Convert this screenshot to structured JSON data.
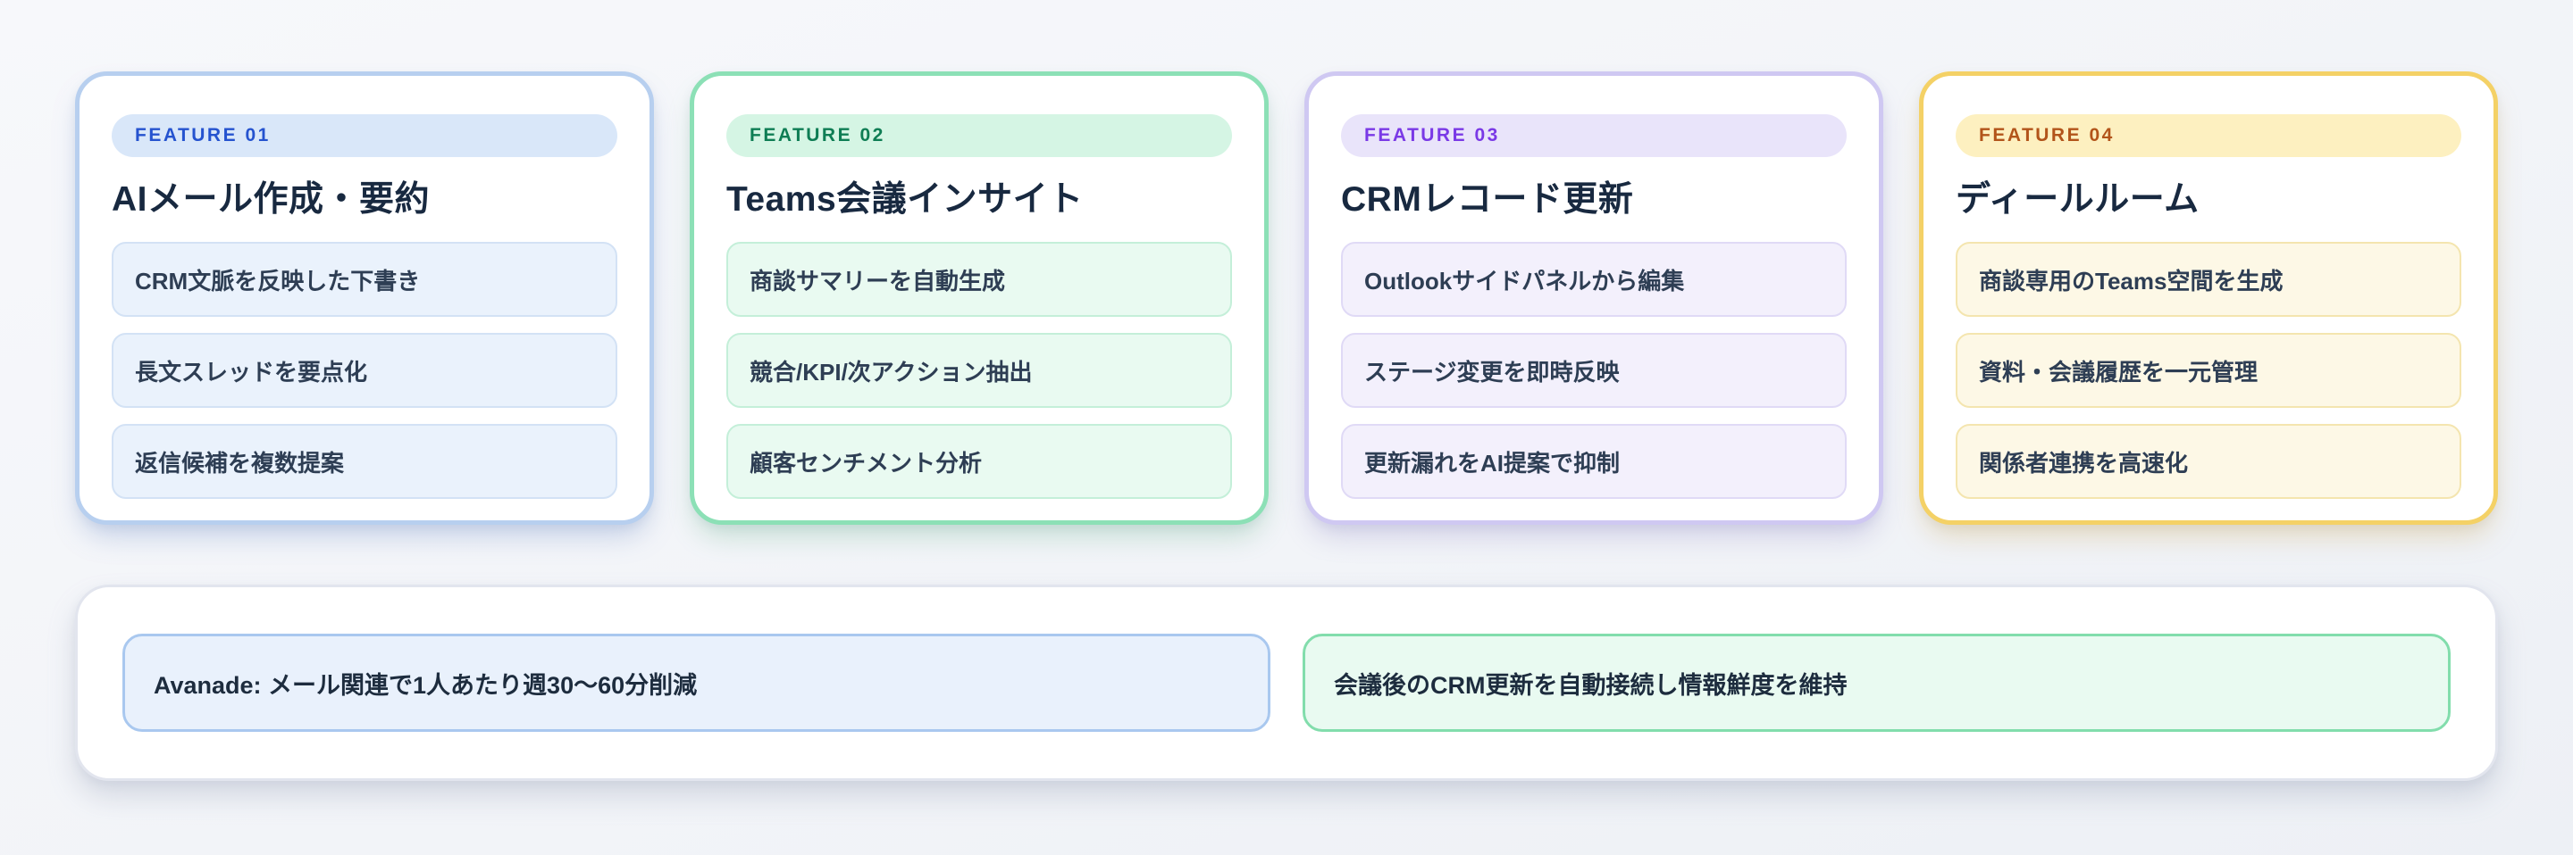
{
  "page": {
    "background_color": "#f3f5f9",
    "card_background": "#ffffff",
    "title_text_color": "#182940",
    "item_text_color": "#2e3e54"
  },
  "cards": [
    {
      "badge": "FEATURE 01",
      "title": "AIメール作成・要約",
      "items": [
        "CRM文脈を反映した下書き",
        "長文スレッドを要点化",
        "返信候補を複数提案"
      ],
      "theme": {
        "name": "blue",
        "card_border": "#b7cfef",
        "badge_bg": "#d9e7f9",
        "badge_text": "#2553cf",
        "item_bg": "#eaf2fc",
        "item_border": "#d3e2f5"
      }
    },
    {
      "badge": "FEATURE 02",
      "title": "Teams会議インサイト",
      "items": [
        "商談サマリーを自動生成",
        "競合/KPI/次アクション抽出",
        "顧客センチメント分析"
      ],
      "theme": {
        "name": "green",
        "card_border": "#8ce0b6",
        "badge_bg": "#d5f5e4",
        "badge_text": "#0e7d54",
        "item_bg": "#e9faf1",
        "item_border": "#c4efd9"
      }
    },
    {
      "badge": "FEATURE 03",
      "title": "CRMレコード更新",
      "items": [
        "Outlookサイドパネルから編集",
        "ステージ変更を即時反映",
        "更新漏れをAI提案で抑制"
      ],
      "theme": {
        "name": "purple",
        "card_border": "#cfc8f2",
        "badge_bg": "#e9e4fa",
        "badge_text": "#7a39e6",
        "item_bg": "#f3f0fc",
        "item_border": "#e0daf6"
      }
    },
    {
      "badge": "FEATURE 04",
      "title": "ディールルーム",
      "items": [
        "商談専用のTeams空間を生成",
        "資料・会議履歴を一元管理",
        "関係者連携を高速化"
      ],
      "theme": {
        "name": "yellow",
        "card_border": "#f4d166",
        "badge_bg": "#fdf0c0",
        "badge_text": "#b2541a",
        "item_bg": "#fdf8e6",
        "item_border": "#f4e5af"
      }
    }
  ],
  "summary_bar": {
    "stats": [
      {
        "text": "Avanade: メール関連で1人あたり週30〜60分削減",
        "theme": "blue",
        "bg": "#e9f1fc",
        "border": "#a9c8ef"
      },
      {
        "text": "会議後のCRM更新を自動接続し情報鮮度を維持",
        "theme": "green",
        "bg": "#e9faf1",
        "border": "#82ddac"
      }
    ]
  }
}
